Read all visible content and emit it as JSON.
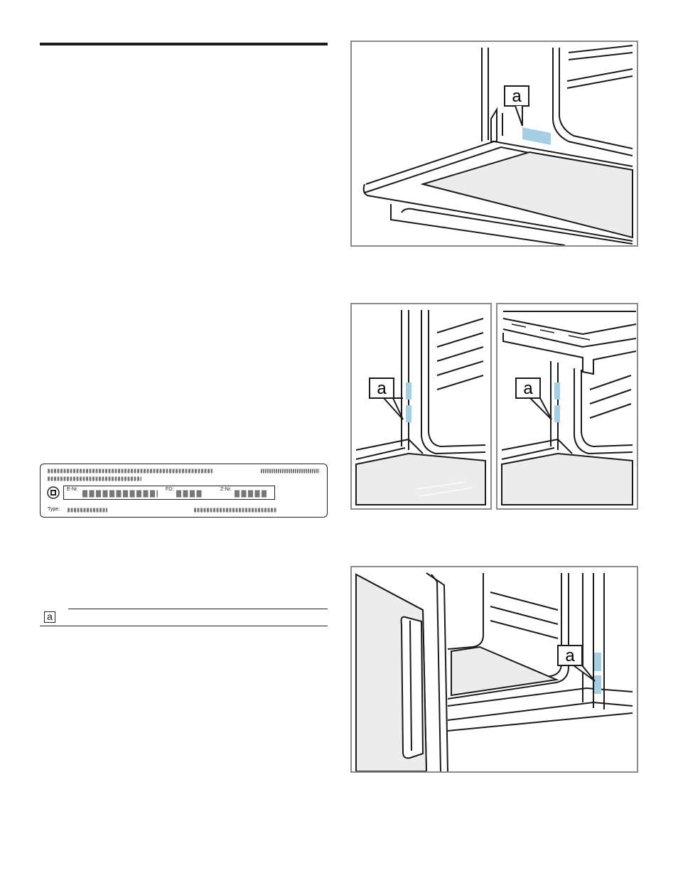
{
  "rating_plate": {
    "e_nr_label": "E-Nr.",
    "fd_label": "FD:",
    "z_nr_label": "Z-Nr.",
    "type_label": "Type:"
  },
  "callouts": {
    "label": "a"
  },
  "legend": {
    "key": "a",
    "text": ""
  },
  "colors": {
    "label_highlight": "#a6cfe6",
    "frame_border": "#8c8c8c"
  }
}
